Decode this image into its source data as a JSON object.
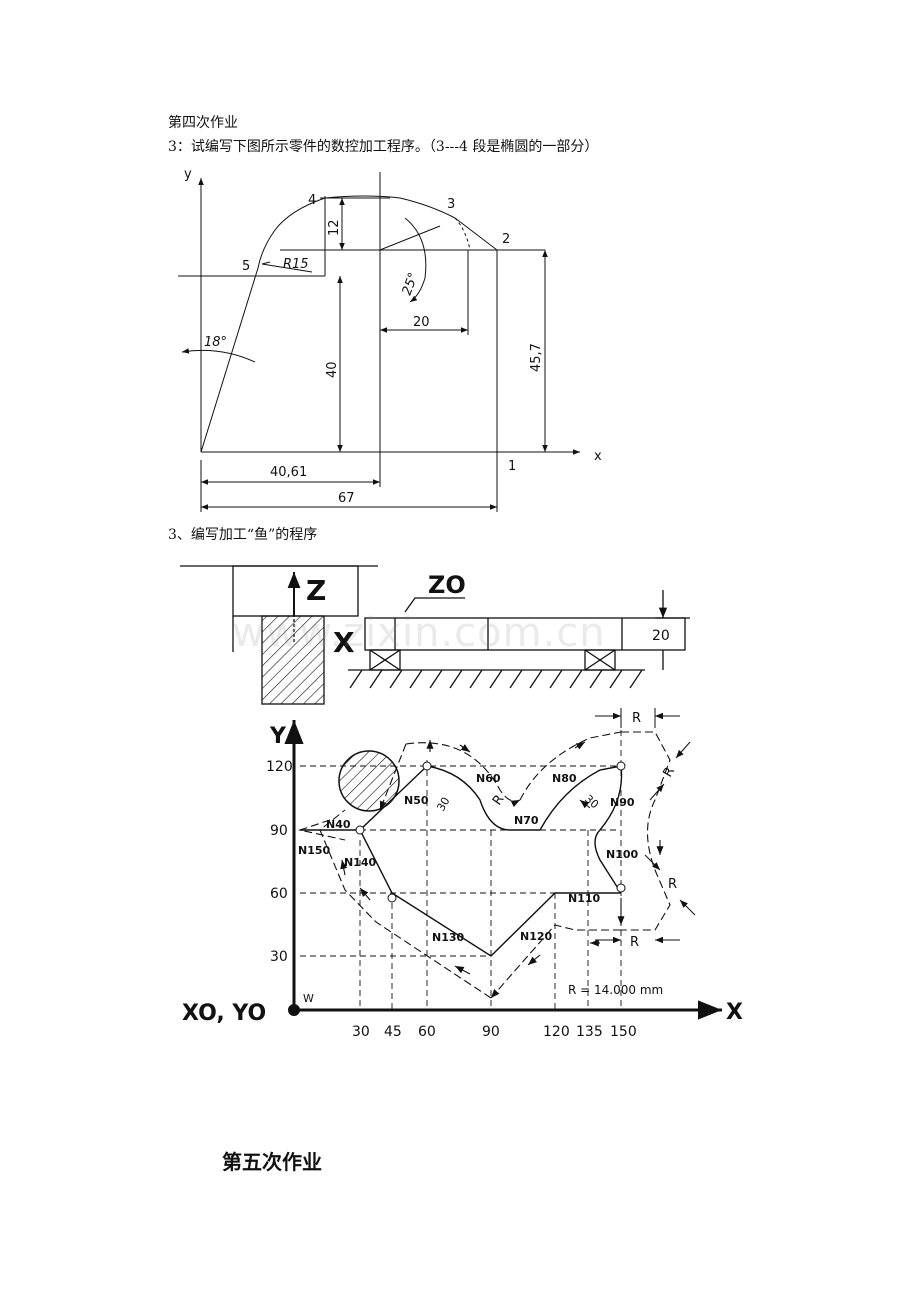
{
  "document": {
    "heading4": "第四次作业",
    "task1": "3：试编写下图所示零件的数控加工程序。（3---4 段是椭圆的一部分）",
    "task2": "3、编写加工“鱼”的程序",
    "heading5": "第五次作业",
    "watermark": "www.zixin.com.cn"
  },
  "figure1": {
    "labels": {
      "y_axis": "y",
      "x_axis": "x",
      "p1": "1",
      "p2": "2",
      "p3": "3",
      "p4": "4",
      "p5": "5",
      "radius": "R15",
      "dim_12": "12",
      "dim_20": "20",
      "dim_40": "40",
      "dim_45_7": "45,7",
      "dim_40_61": "40,61",
      "dim_67": "67",
      "angle_25": "25°",
      "angle_18": "18°"
    }
  },
  "figure2": {
    "labels": {
      "z_axis": "Z",
      "x_side": "X",
      "z0": "ZO",
      "thickness": "20",
      "y_axis": "Y",
      "x_axis": "X",
      "origin": "XO, YO",
      "w": "W",
      "radius_note": "R = 14.000 mm",
      "r": "R",
      "angle_30": "30",
      "n40": "N40",
      "n50": "N50",
      "n60": "N60",
      "n70": "N70",
      "n80": "N80",
      "n90": "N90",
      "n100": "N100",
      "n110": "N110",
      "n120": "N120",
      "n130": "N130",
      "n140": "N140",
      "n150": "N150"
    },
    "y_ticks": [
      "120",
      "90",
      "60",
      "30"
    ],
    "x_ticks": [
      "30",
      "45",
      "60",
      "90",
      "120",
      "135",
      "150"
    ]
  }
}
